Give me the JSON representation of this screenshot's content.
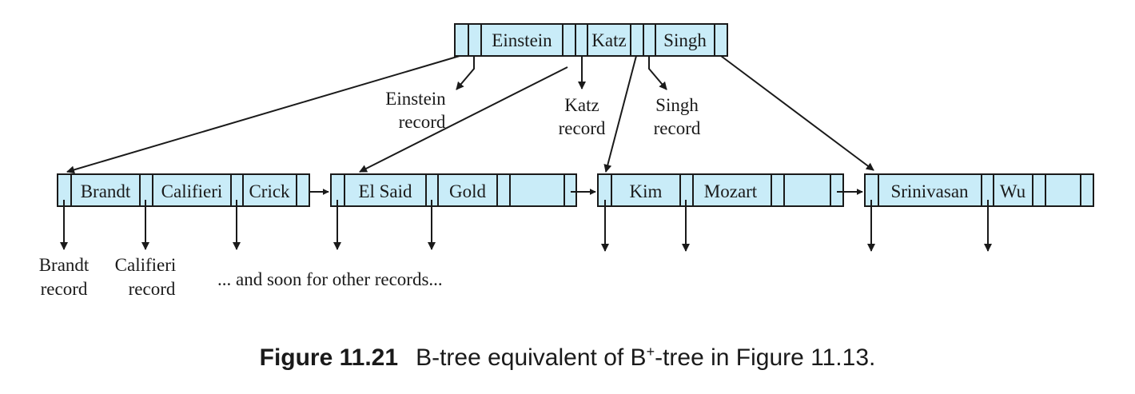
{
  "diagram": {
    "root_keys": [
      "Einstein",
      "Katz",
      "Singh"
    ],
    "leaf1_keys": [
      "Brandt",
      "Califieri",
      "Crick"
    ],
    "leaf2_keys": [
      "El Said",
      "Gold"
    ],
    "leaf3_keys": [
      "Kim",
      "Mozart"
    ],
    "leaf4_keys": [
      "Srinivasan",
      "Wu"
    ],
    "labels": {
      "einstein_1": "Einstein",
      "einstein_2": "record",
      "katz_1": "Katz",
      "katz_2": "record",
      "singh_1": "Singh",
      "singh_2": "record",
      "brandt_1": "Brandt",
      "brandt_2": "record",
      "califieri_1": "Califieri",
      "califieri_2": "record",
      "others": "... and soon for other records..."
    },
    "colors": {
      "node_fill": "#c9ecf8",
      "stroke": "#1a1a1a"
    }
  },
  "caption": {
    "figure_number": "Figure 11.21",
    "text_before": "B-tree equivalent of B",
    "superscript": "+",
    "text_after": "-tree in Figure 11.13."
  }
}
